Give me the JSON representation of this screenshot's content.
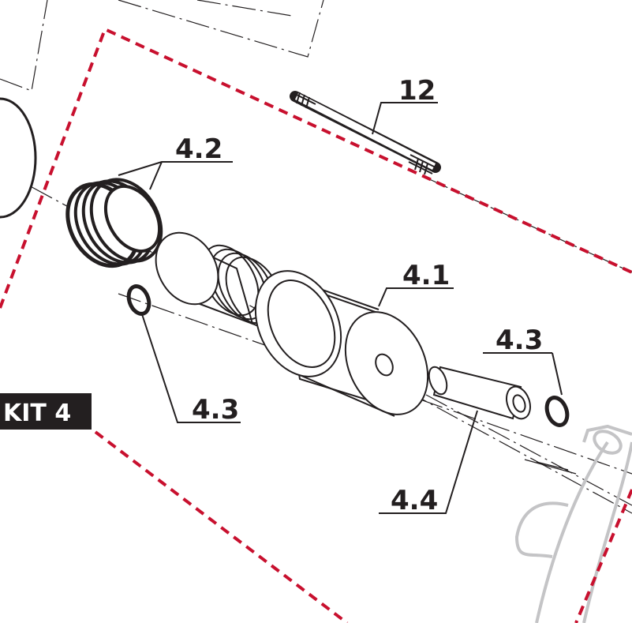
{
  "diagram": {
    "kit_label": "KIT 4",
    "callouts": [
      {
        "id": "rod",
        "label": "12"
      },
      {
        "id": "spring",
        "label": "4.2"
      },
      {
        "id": "housing",
        "label": "4.1"
      },
      {
        "id": "ring-left",
        "label": "4.3"
      },
      {
        "id": "ring-right",
        "label": "4.3"
      },
      {
        "id": "sleeve",
        "label": "4.4"
      }
    ],
    "colors": {
      "kit_outline": "#c8102e",
      "line": "#231f20",
      "background_part": "#c4c4c6"
    }
  }
}
